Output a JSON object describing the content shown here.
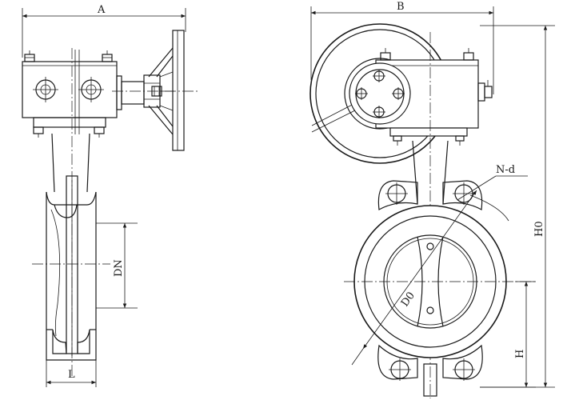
{
  "labels": {
    "a": "A",
    "b": "B",
    "dn": "DN",
    "l": "L",
    "nd": "N-d",
    "h0": "H0",
    "d0": "D0",
    "h": "H"
  },
  "colors": {
    "line": "#1a1a1a",
    "background": "#ffffff"
  }
}
